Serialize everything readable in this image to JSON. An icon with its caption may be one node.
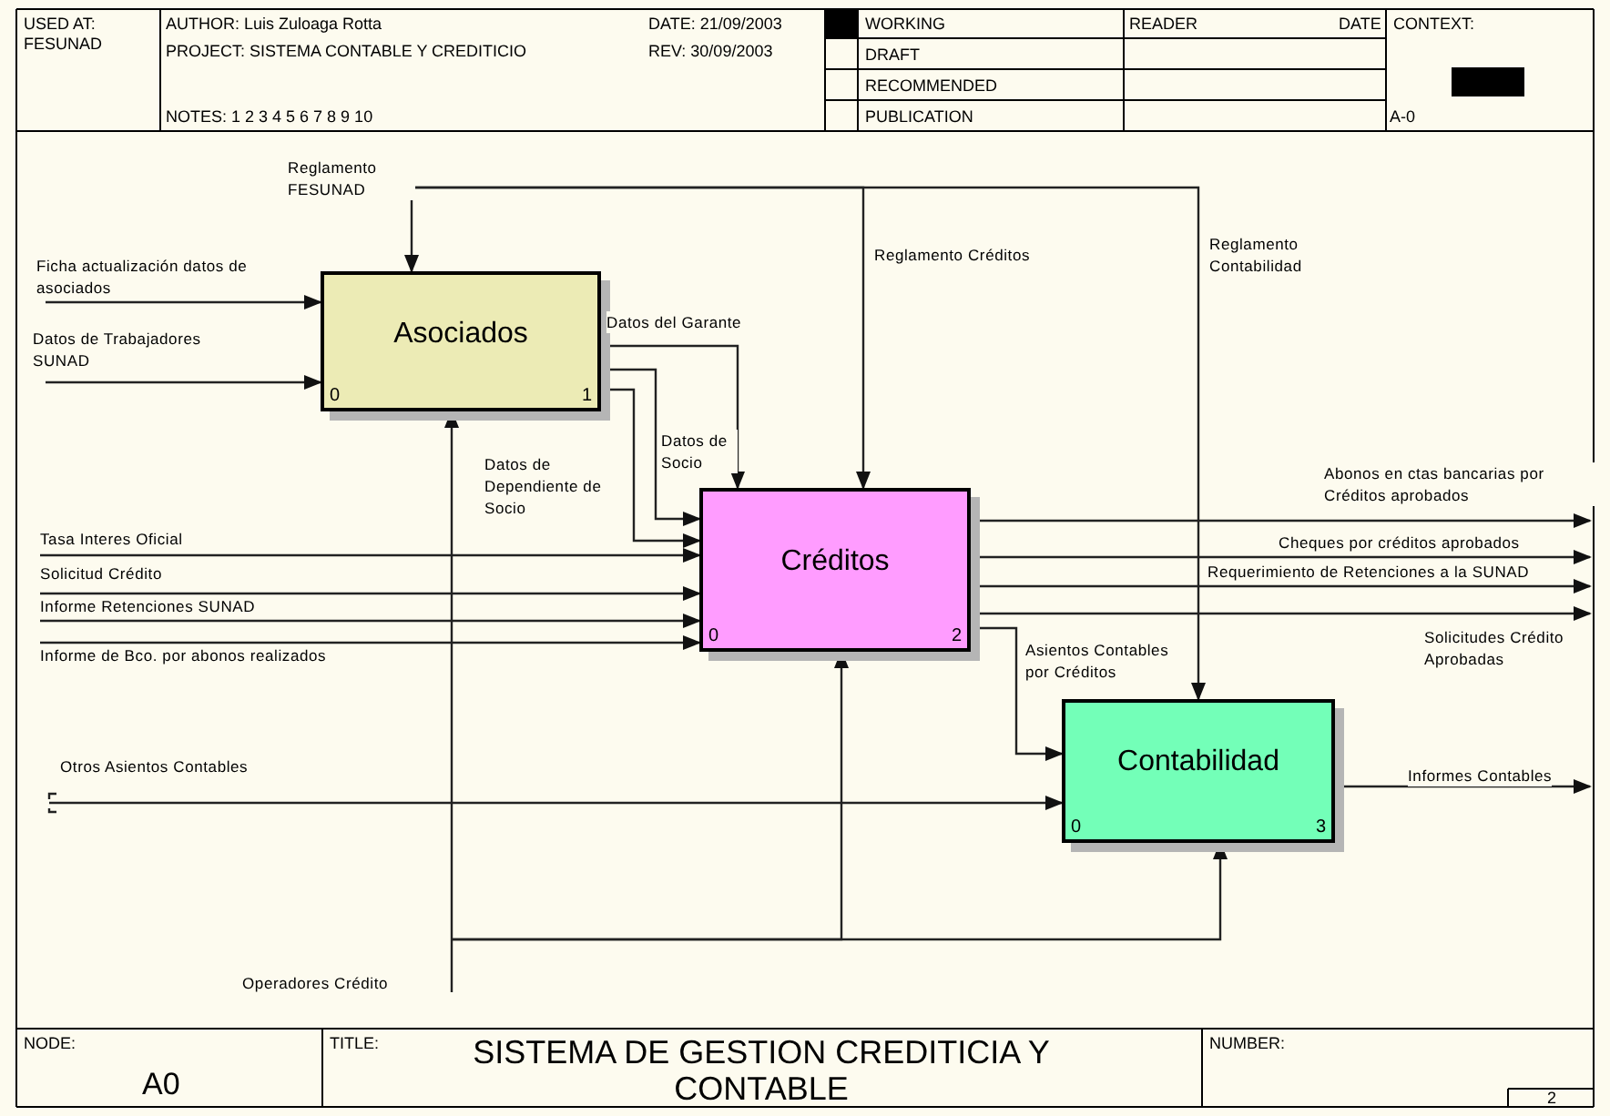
{
  "diagram": {
    "title": "SISTEMA DE GESTION CREDITICIA Y CONTABLE",
    "nodes": [
      {
        "text": [
          "Asociados",
          "0",
          "1"
        ]
      },
      {
        "text": [
          "Créditos",
          "0",
          "2"
        ]
      },
      {
        "text": [
          "Contabilidad",
          "0",
          "3"
        ]
      }
    ],
    "edges": [
      {
        "from": null,
        "to": 0,
        "arrow": "to",
        "label": "Reglamento FESUNAD"
      },
      {
        "from": null,
        "to": 1,
        "arrow": "to",
        "label": "Reglamento Créditos"
      },
      {
        "from": null,
        "to": 2,
        "arrow": "to",
        "label": "Reglamento Contabilidad"
      },
      {
        "from": null,
        "to": 0,
        "arrow": "to",
        "label": "Ficha actualización datos de asociados"
      },
      {
        "from": null,
        "to": 0,
        "arrow": "to",
        "label": "Datos de Trabajadores SUNAD"
      },
      {
        "from": 0,
        "to": 1,
        "arrow": "to",
        "label": "Datos del Garante"
      },
      {
        "from": 0,
        "to": 1,
        "arrow": "to",
        "label": "Datos de Socio"
      },
      {
        "from": 0,
        "to": 1,
        "arrow": "to",
        "label": "Datos de Dependiente de Socio"
      },
      {
        "from": null,
        "to": 1,
        "arrow": "to",
        "label": "Tasa Interes Oficial"
      },
      {
        "from": null,
        "to": 1,
        "arrow": "to",
        "label": "Solicitud Crédito"
      },
      {
        "from": null,
        "to": 1,
        "arrow": "to",
        "label": "Informe Retenciones SUNAD"
      },
      {
        "from": null,
        "to": 1,
        "arrow": "to",
        "label": "Informe de Bco. por abonos realizados"
      },
      {
        "from": null,
        "to": 0,
        "arrow": "to",
        "label": "Operadores Crédito"
      },
      {
        "from": null,
        "to": 1,
        "arrow": "to"
      },
      {
        "from": null,
        "to": 2,
        "arrow": "to"
      },
      {
        "from": 1,
        "to": null,
        "arrow": "to",
        "label": "Abonos en ctas bancarias por Créditos aprobados"
      },
      {
        "from": 1,
        "to": null,
        "arrow": "to",
        "label": "Cheques por créditos aprobados"
      },
      {
        "from": 1,
        "to": null,
        "arrow": "to",
        "label": "Requerimiento de Retenciones a la SUNAD"
      },
      {
        "from": 1,
        "to": null,
        "arrow": "to",
        "label": "Solicitudes Crédito Aprobadas"
      },
      {
        "from": 1,
        "to": 2,
        "arrow": "to",
        "label": "Asientos Contables por Créditos"
      },
      {
        "from": null,
        "to": 2,
        "arrow": "to",
        "label": "Otros Asientos Contables"
      },
      {
        "from": 2,
        "to": null,
        "arrow": "to",
        "label": "Informes Contables"
      }
    ],
    "labels": [
      "USED AT:",
      "FESUNAD",
      "AUTHOR: Luis Zuloaga Rotta",
      "PROJECT: SISTEMA CONTABLE Y CREDITICIO",
      "NOTES: 1 2 3 4 5 6 7 8 9 10",
      "DATE: 21/09/2003",
      "REV: 30/09/2003",
      "WORKING",
      "DRAFT",
      "RECOMMENDED",
      "PUBLICATION",
      "READER",
      "DATE",
      "CONTEXT:",
      "A-0",
      "NODE:",
      "A0",
      "TITLE:",
      "NUMBER:",
      "2"
    ]
  }
}
